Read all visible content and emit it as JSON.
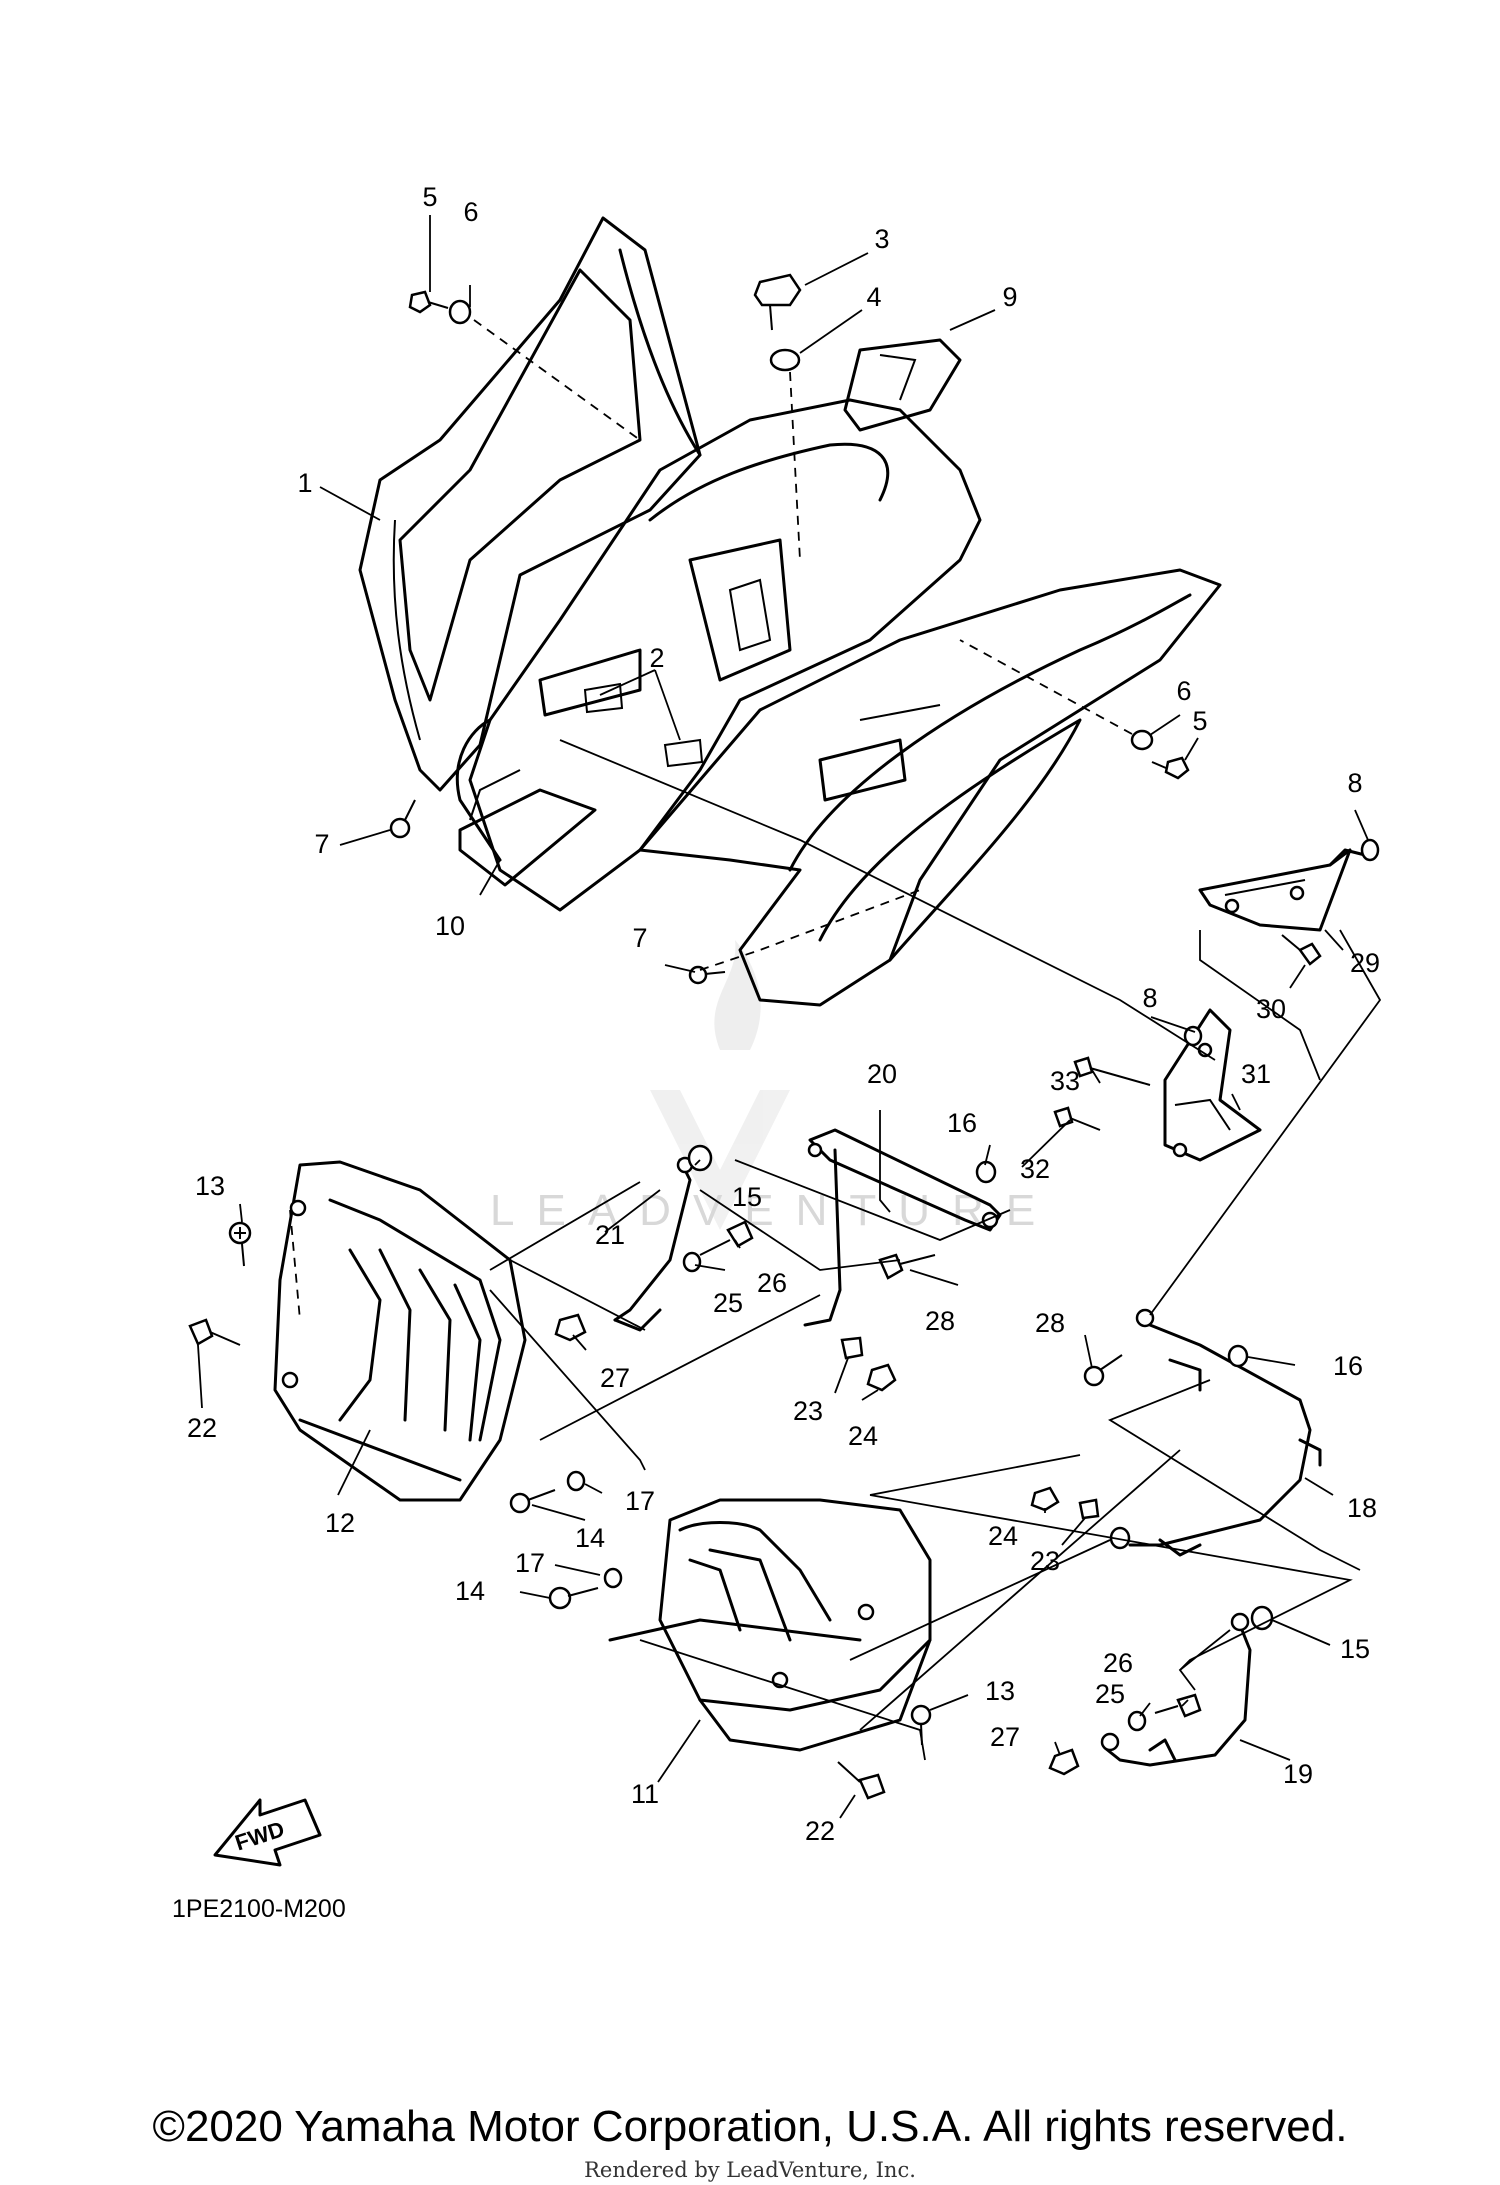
{
  "diagram_code": "1PE2100-M200",
  "fwd_label": "FWD",
  "watermark": "LEADVENTURE",
  "copyright": "©2020 Yamaha Motor Corporation, U.S.A. All rights reserved.",
  "rendered_by": "Rendered by LeadVenture, Inc.",
  "callouts": {
    "c1": "1",
    "c2": "2",
    "c3": "3",
    "c4": "4",
    "c5a": "5",
    "c5b": "5",
    "c6a": "6",
    "c6b": "6",
    "c7a": "7",
    "c7b": "7",
    "c8a": "8",
    "c8b": "8",
    "c9": "9",
    "c10": "10",
    "c11": "11",
    "c12": "12",
    "c13a": "13",
    "c13b": "13",
    "c14a": "14",
    "c14b": "14",
    "c15a": "15",
    "c15b": "15",
    "c16a": "16",
    "c16b": "16",
    "c17a": "17",
    "c17b": "17",
    "c18": "18",
    "c19": "19",
    "c20": "20",
    "c21": "21",
    "c22a": "22",
    "c22b": "22",
    "c23a": "23",
    "c23b": "23",
    "c24a": "24",
    "c24b": "24",
    "c25a": "25",
    "c25b": "25",
    "c26a": "26",
    "c26b": "26",
    "c27a": "27",
    "c27b": "27",
    "c28a": "28",
    "c28b": "28",
    "c29": "29",
    "c30": "30",
    "c31": "31",
    "c32": "32",
    "c33": "33"
  }
}
